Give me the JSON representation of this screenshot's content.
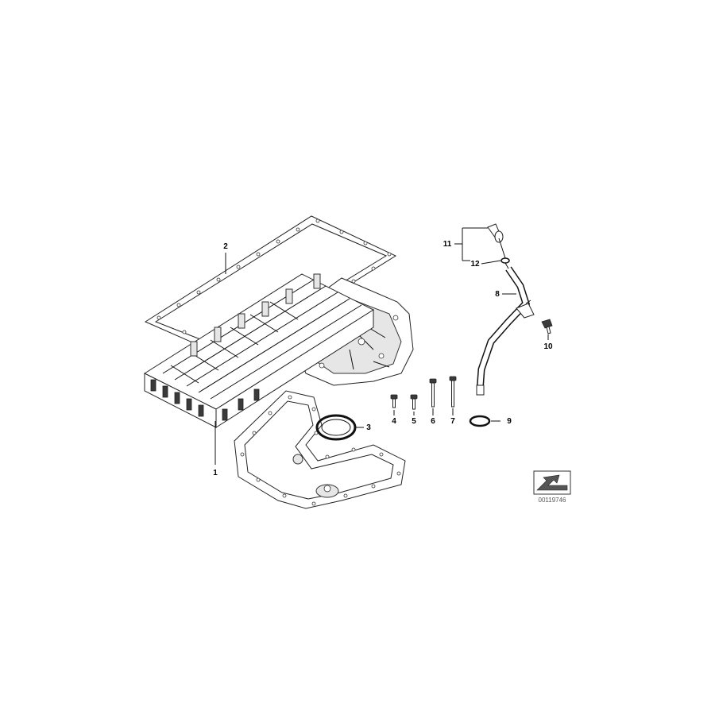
{
  "callouts": [
    {
      "id": "1",
      "label": "1"
    },
    {
      "id": "2",
      "label": "2"
    },
    {
      "id": "3",
      "label": "3"
    },
    {
      "id": "4",
      "label": "4"
    },
    {
      "id": "5",
      "label": "5"
    },
    {
      "id": "6",
      "label": "6"
    },
    {
      "id": "7",
      "label": "7"
    },
    {
      "id": "8",
      "label": "8"
    },
    {
      "id": "9",
      "label": "9"
    },
    {
      "id": "10",
      "label": "10"
    },
    {
      "id": "11",
      "label": "11"
    },
    {
      "id": "12",
      "label": "12"
    }
  ],
  "diagram_ref": "00119746"
}
